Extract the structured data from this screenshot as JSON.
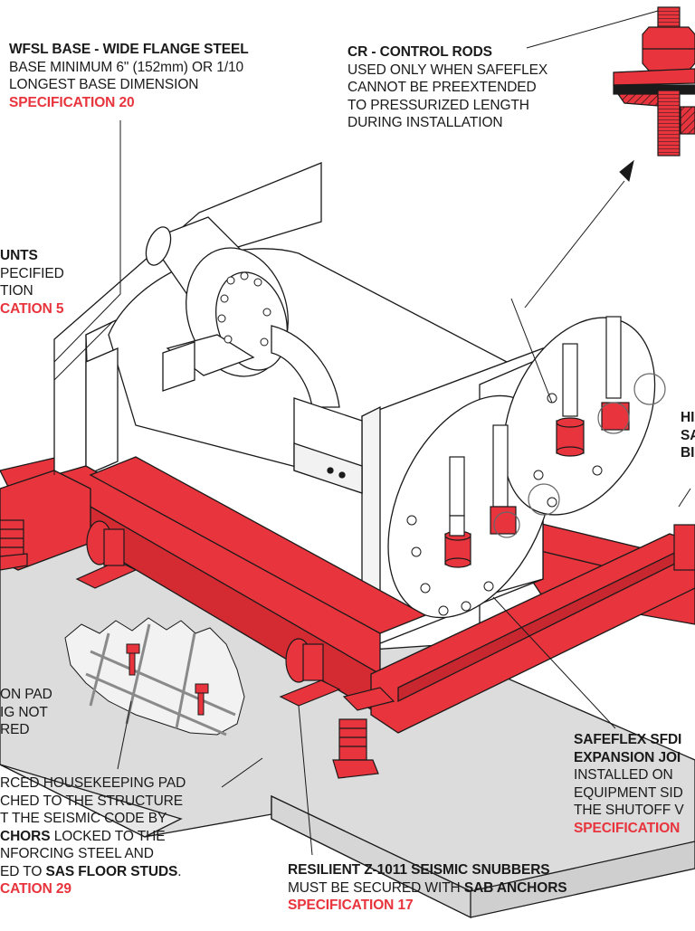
{
  "figure": {
    "subject": "Chiller on seismic spring-isolated steel base with housekeeping pad",
    "colors": {
      "steel_red": "#e8343c",
      "outline": "#1a1a1a",
      "pad_gray": "#dcdcdc",
      "spec_red": "#e8343c",
      "text": "#1a1a1a"
    }
  },
  "callouts": {
    "wfsl": {
      "title": "WFSL BASE - WIDE FLANGE STEEL",
      "lines": [
        "BASE MINIMUM 6\" (152mm) OR 1/10",
        "LONGEST BASE DIMENSION"
      ],
      "spec": "SPECIFICATION 20"
    },
    "cr": {
      "title": "CR - CONTROL RODS",
      "lines": [
        "USED ONLY WHEN SAFEFLEX",
        "CANNOT BE PREEXTENDED",
        "TO PRESSURIZED LENGTH",
        "DURING INSTALLATION"
      ]
    },
    "mounts": {
      "title": "UNTS",
      "lines": [
        "PECIFIED",
        "TION"
      ],
      "spec": "CATION 5"
    },
    "pad": {
      "lines": [
        "ON PAD",
        "IG NOT",
        "RED"
      ]
    },
    "housekeeping": {
      "lines": [
        "RCED HOUSEKEEPING PAD",
        "CHED TO THE STRUCTURE",
        "T THE SEISMIC CODE BY"
      ],
      "line4_bold": "CHORS",
      "line4_rest": " LOCKED TO THE",
      "line5": "NFORCING STEEL AND",
      "line6_pre": "ED TO ",
      "line6_bold": "SAS FLOOR STUDS",
      "line6_post": ".",
      "spec": "CATION 29"
    },
    "snubbers": {
      "title": "RESILIENT Z-1011 SEISMIC SNUBBERS",
      "line_pre": "MUST BE SECURED WITH ",
      "line_bold": "SAB ANCHORS",
      "spec": "SPECIFICATION 17"
    },
    "safeflex": {
      "title_lines": [
        "SAFEFLEX SFDI",
        "EXPANSION JOI"
      ],
      "lines": [
        "INSTALLED ON",
        "EQUIPMENT SID",
        "THE SHUTOFF V"
      ],
      "spec": "SPECIFICATION"
    },
    "right_edge": {
      "lines": [
        "HI",
        "SA",
        "BI"
      ]
    }
  }
}
